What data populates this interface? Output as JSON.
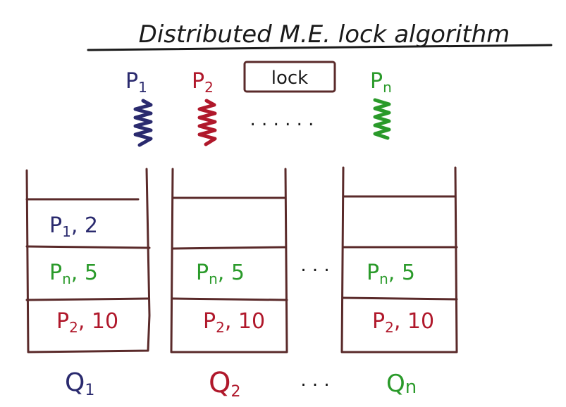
{
  "title": "Distributed M.E. lock algorithm",
  "lock_label": "lock",
  "processes": [
    {
      "name": "P",
      "sub": "1",
      "color": "#2a2a6e"
    },
    {
      "name": "P",
      "sub": "2",
      "color": "#b0182b"
    },
    {
      "name": "P",
      "sub": "n",
      "color": "#2a9a2a"
    }
  ],
  "process_ellipsis": ". . . . . .",
  "queues": [
    {
      "label": "Q",
      "sub": "1",
      "color": "#2a2a6e",
      "entries": [
        {
          "proc": "P",
          "sub": "1",
          "ts": ", 2",
          "color": "#2a2a6e"
        },
        {
          "proc": "P",
          "sub": "n",
          "ts": ", 5",
          "color": "#2a9a2a"
        },
        {
          "proc": "P",
          "sub": "2",
          "ts": ", 10",
          "color": "#b0182b"
        }
      ]
    },
    {
      "label": "Q",
      "sub": "2",
      "color": "#b0182b",
      "entries": [
        {
          "proc": "",
          "sub": "",
          "ts": "",
          "color": "#2a2a6e"
        },
        {
          "proc": "P",
          "sub": "n",
          "ts": ", 5",
          "color": "#2a9a2a"
        },
        {
          "proc": "P",
          "sub": "2",
          "ts": ", 10",
          "color": "#b0182b"
        }
      ]
    },
    {
      "label": "Q",
      "sub": "n",
      "color": "#2a9a2a",
      "entries": [
        {
          "proc": "",
          "sub": "",
          "ts": "",
          "color": "#2a2a6e"
        },
        {
          "proc": "P",
          "sub": "n",
          "ts": ", 5",
          "color": "#2a9a2a"
        },
        {
          "proc": "P",
          "sub": "2",
          "ts": ", 10",
          "color": "#b0182b"
        }
      ]
    }
  ],
  "queue_ellipsis": ". . .",
  "label_ellipsis": ". . .",
  "colors": {
    "ink": "#1a1a1a",
    "queue_outline": "#5a2a2a"
  }
}
